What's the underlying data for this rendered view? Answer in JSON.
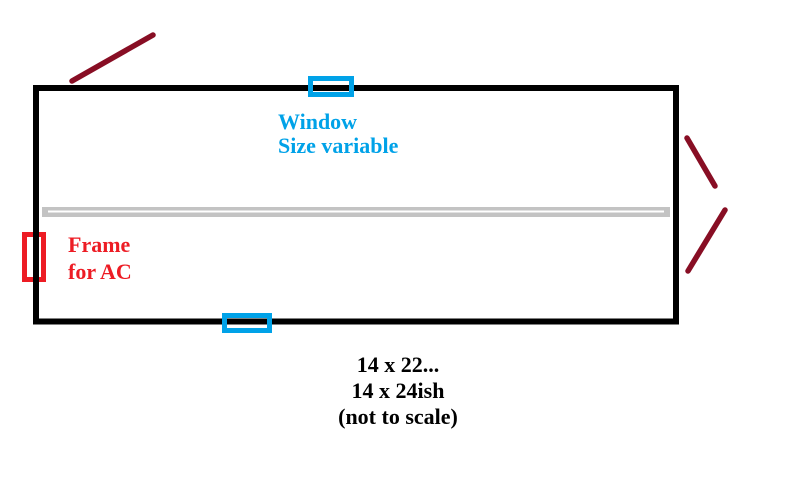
{
  "labels": {
    "window": {
      "line1": "Window",
      "line2": "Size variable"
    },
    "ac_frame": {
      "line1": "Frame",
      "line2": "for AC"
    },
    "dimensions": {
      "line1": "14 x 22...",
      "line2": "14 x 24ish",
      "line3": "(not to scale)"
    }
  },
  "colors": {
    "blue": "#00A2E8",
    "red": "#ED1C24",
    "dark_red": "#880E24",
    "gray": "#C3C3C3",
    "white": "#FFFFFF",
    "black": "#000000"
  }
}
